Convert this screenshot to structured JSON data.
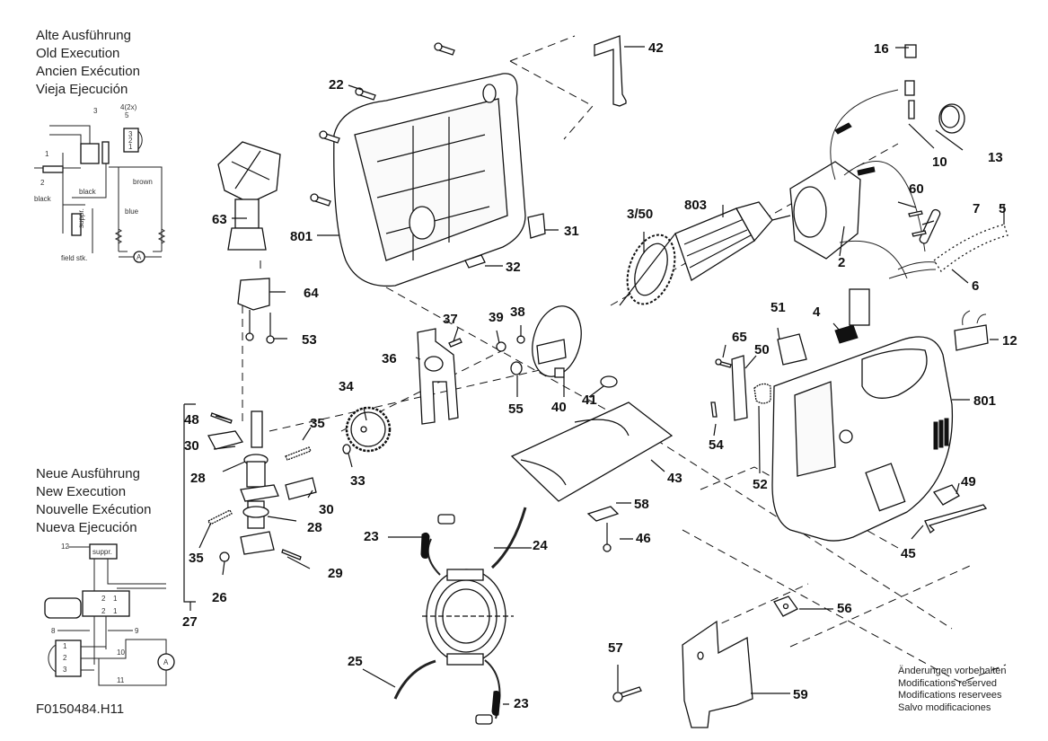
{
  "old_execution": {
    "captions": [
      "Alte Ausführung",
      "Old Execution",
      "Ancien Exécution",
      "Vieja Ejecución"
    ],
    "wiring_labels": {
      "n1": "1",
      "n2": "2",
      "n3": "3",
      "n4": "4(2x)",
      "n5": "5",
      "t1": "1",
      "t2": "2",
      "t3": "3",
      "black1": "black",
      "black2": "black",
      "brown": "brown",
      "blue": "blue",
      "suppr": "suppr.",
      "field": "field stk.",
      "motor": "A"
    }
  },
  "new_execution": {
    "captions": [
      "Neue Ausführung",
      "New Execution",
      "Nouvelle Exécution",
      "Nueva Ejecución"
    ],
    "wiring_labels": {
      "n12": "12",
      "suppr": "suppr.",
      "n8": "8",
      "n9": "9",
      "n10": "10",
      "n11": "11",
      "sw2a": "2",
      "sw2b": "2",
      "sw1a": "1",
      "sw1b": "1",
      "t1": "1",
      "t2": "2",
      "t3": "3",
      "motor": "A"
    }
  },
  "notes": [
    "Änderungen vorbehalten",
    "Modifications reserved",
    "Modifications reservees",
    "Salvo modificaciones"
  ],
  "document_id": "F0150484.H11",
  "part_labels": {
    "p42": "42",
    "p22": "22",
    "p16": "16",
    "p13": "13",
    "p10": "10",
    "p63": "63",
    "p801a": "801",
    "p31": "31",
    "p32": "32",
    "p803": "803",
    "p3_50": "3/50",
    "p2": "2",
    "p60": "60",
    "p7": "7",
    "p5": "5",
    "p6": "6",
    "p64": "64",
    "p53": "53",
    "p37": "37",
    "p39": "39",
    "p38": "38",
    "p36": "36",
    "p55": "55",
    "p40": "40",
    "p41": "41",
    "p51": "51",
    "p4": "4",
    "p12": "12",
    "p65": "65",
    "p50": "50",
    "p801b": "801",
    "p54": "54",
    "p52": "52",
    "p49": "49",
    "p45": "45",
    "p43": "43",
    "p58": "58",
    "p46": "46",
    "p34": "34",
    "p35a": "35",
    "p48": "48",
    "p30a": "30",
    "p28a": "28",
    "p33": "33",
    "p30b": "30",
    "p28b": "28",
    "p35b": "35",
    "p29": "29",
    "p26": "26",
    "p27": "27",
    "p23a": "23",
    "p24": "24",
    "p25": "25",
    "p23b": "23",
    "p56": "56",
    "p57": "57",
    "p59": "59"
  }
}
